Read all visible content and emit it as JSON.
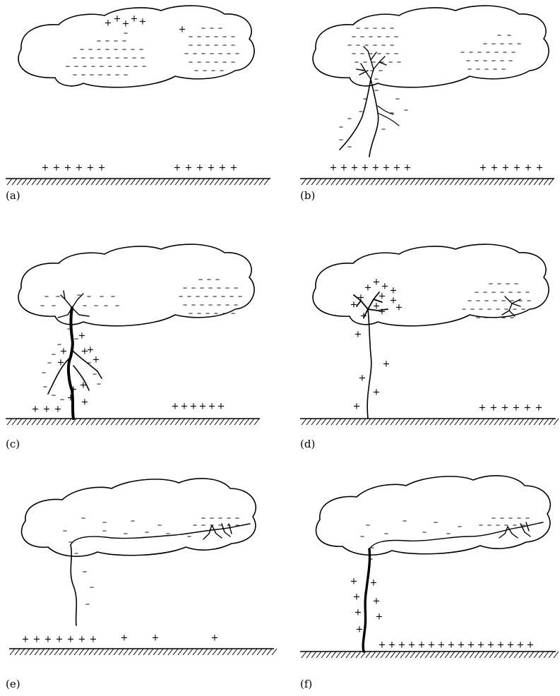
{
  "panels": [
    {
      "id": "a",
      "label": "(a)",
      "charge_neg": "–",
      "charge_pos": "+"
    },
    {
      "id": "b",
      "label": "(b)",
      "charge_neg": "–",
      "charge_pos": "+"
    },
    {
      "id": "c",
      "label": "(c)",
      "charge_neg": "–",
      "charge_pos": "+"
    },
    {
      "id": "d",
      "label": "(d)",
      "charge_neg": "–",
      "charge_pos": "+"
    },
    {
      "id": "e",
      "label": "(e)",
      "charge_neg": "–",
      "charge_pos": "+"
    },
    {
      "id": "f",
      "label": "(f)",
      "charge_neg": "–",
      "charge_pos": "+"
    }
  ]
}
